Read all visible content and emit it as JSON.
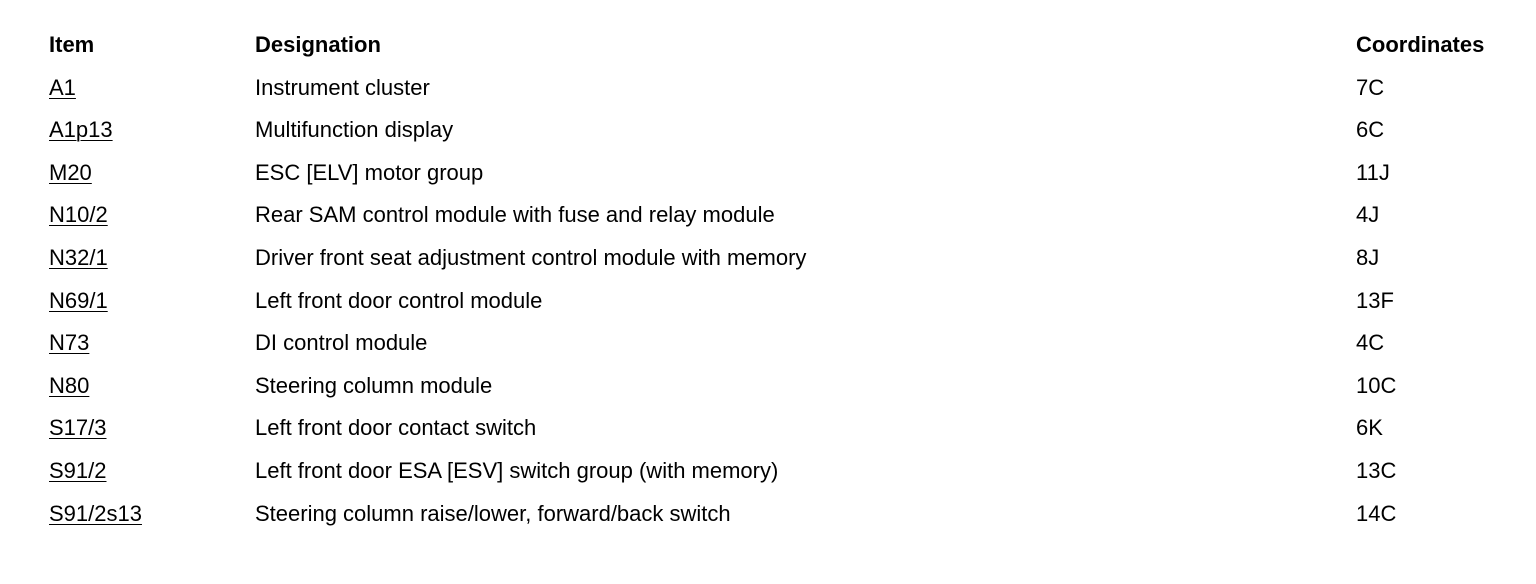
{
  "table": {
    "headers": {
      "item": "Item",
      "designation": "Designation",
      "coordinates": "Coordinates"
    },
    "rows": [
      {
        "item": "A1",
        "designation": "Instrument cluster",
        "coordinates": "7C"
      },
      {
        "item": "A1p13",
        "designation": "Multifunction display",
        "coordinates": "6C"
      },
      {
        "item": "M20",
        "designation": "ESC [ELV] motor group",
        "coordinates": "11J"
      },
      {
        "item": "N10/2",
        "designation": "Rear SAM control module with fuse and relay module",
        "coordinates": "4J"
      },
      {
        "item": "N32/1",
        "designation": "Driver front seat adjustment control module with memory",
        "coordinates": "8J"
      },
      {
        "item": "N69/1",
        "designation": "Left front door control module",
        "coordinates": "13F"
      },
      {
        "item": "N73",
        "designation": "DI control module",
        "coordinates": "4C"
      },
      {
        "item": "N80",
        "designation": "Steering column module",
        "coordinates": "10C"
      },
      {
        "item": "S17/3",
        "designation": "Left front door contact switch",
        "coordinates": "6K"
      },
      {
        "item": "S91/2",
        "designation": "Left front door ESA [ESV] switch group (with memory)",
        "coordinates": "13C"
      },
      {
        "item": "S91/2s13",
        "designation": "Steering column raise/lower, forward/back switch",
        "coordinates": "14C"
      }
    ]
  }
}
